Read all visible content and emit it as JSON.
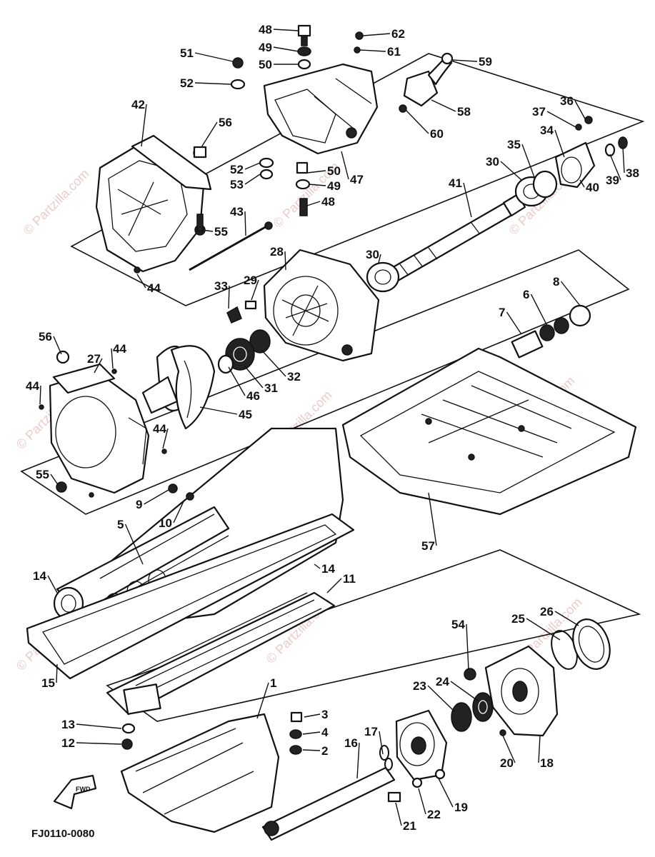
{
  "diagram": {
    "code": "FJ0110-0080",
    "fwd_label": "FWD",
    "watermark": "© Partzilla.com",
    "labels": [
      "48",
      "49",
      "50",
      "51",
      "52",
      "62",
      "61",
      "59",
      "58",
      "60",
      "42",
      "56",
      "52",
      "53",
      "50",
      "49",
      "47",
      "48",
      "36",
      "37",
      "34",
      "35",
      "30",
      "38",
      "39",
      "40",
      "41",
      "43",
      "55",
      "44",
      "28",
      "29",
      "33",
      "30",
      "8",
      "6",
      "7",
      "56",
      "27",
      "44",
      "44",
      "46",
      "31",
      "32",
      "45",
      "44",
      "55",
      "9",
      "10",
      "5",
      "57",
      "14",
      "14",
      "11",
      "15",
      "13",
      "12",
      "1",
      "3",
      "4",
      "2",
      "16",
      "17",
      "54",
      "25",
      "26",
      "23",
      "24",
      "18",
      "20",
      "19",
      "21",
      "22"
    ]
  }
}
